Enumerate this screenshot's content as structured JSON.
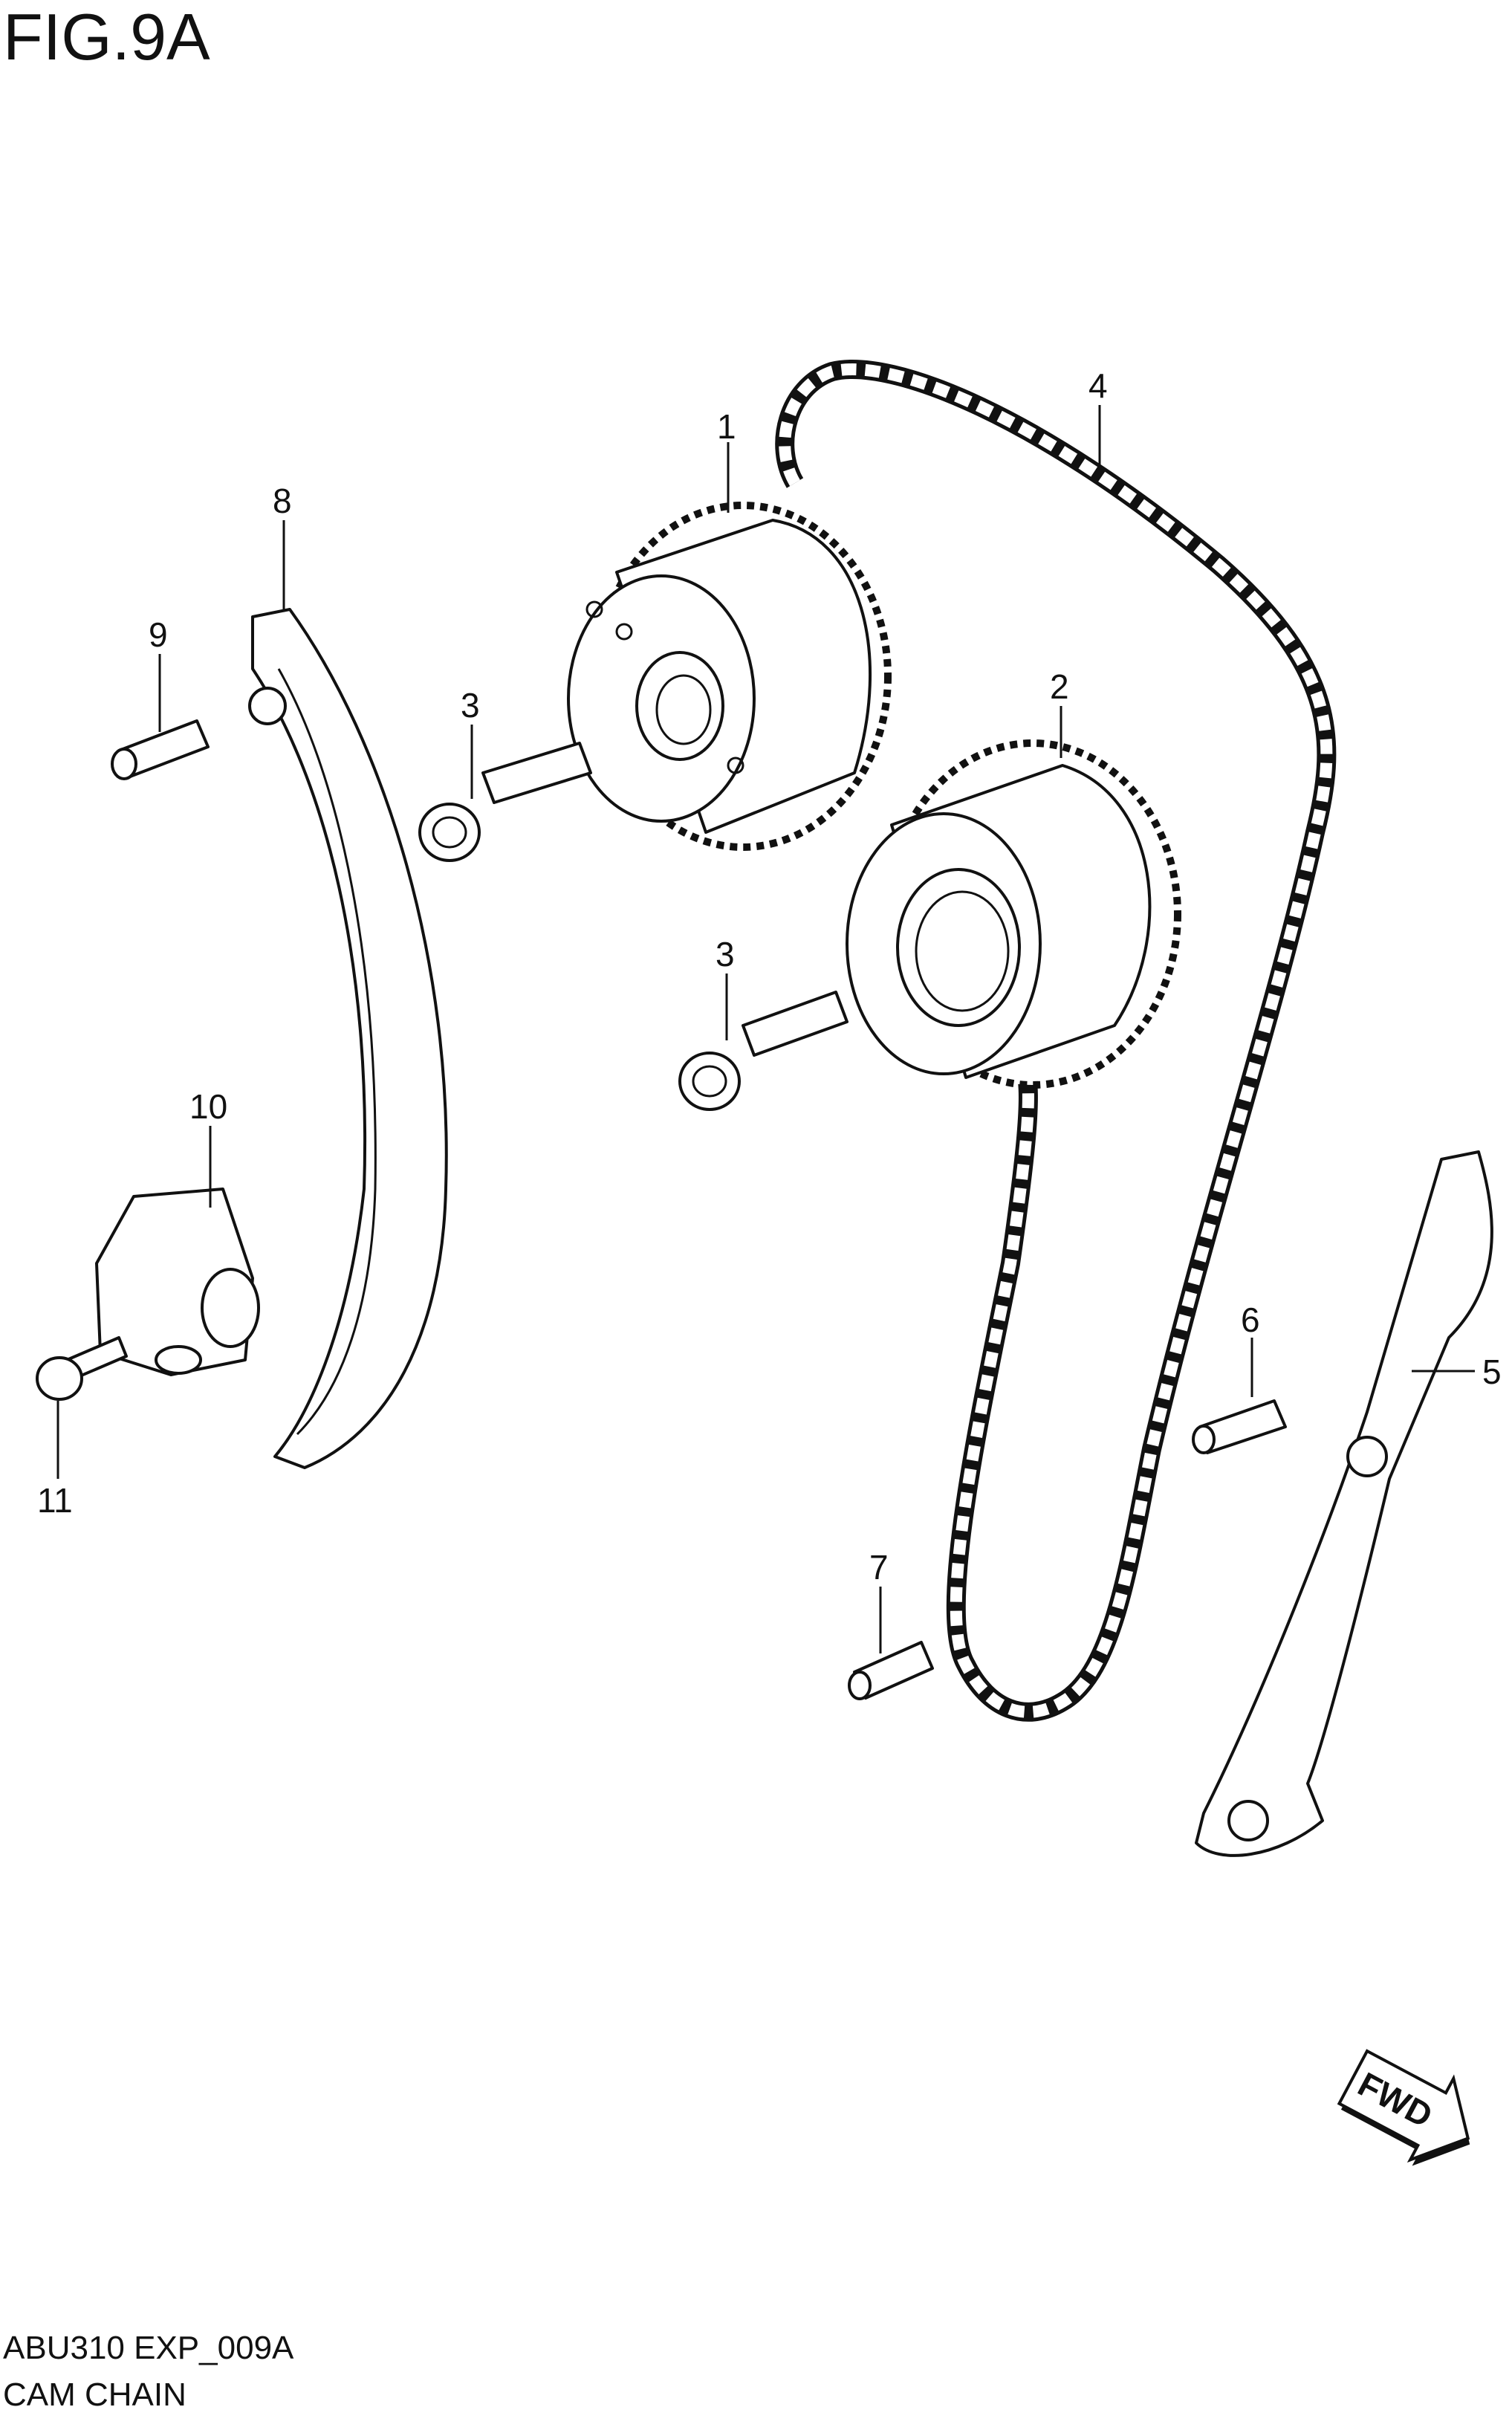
{
  "figure": {
    "title": "FIG.9A",
    "code": "ABU310 EXP_009A",
    "name": "CAM CHAIN"
  },
  "callouts": [
    "1",
    "2",
    "3",
    "3",
    "4",
    "5",
    "6",
    "7",
    "8",
    "9",
    "10",
    "11"
  ],
  "fwd_label": "FWD"
}
